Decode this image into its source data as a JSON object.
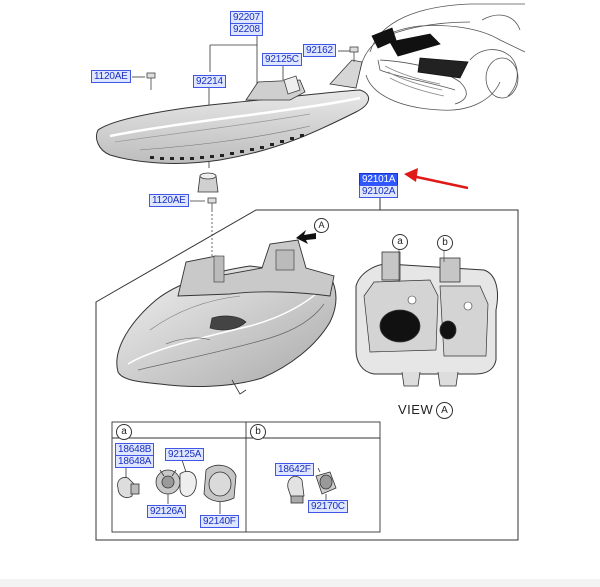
{
  "diagram": {
    "view_label": "VIEW",
    "view_ref": "A",
    "arrow_ref": "A",
    "section_a": "a",
    "section_b": "b",
    "callout_a": "a",
    "callout_b": "b"
  },
  "labels": {
    "p92207": "92207",
    "p92208": "92208",
    "p92162": "92162",
    "p92125C": "92125C",
    "p1120AE_top": "1120AE",
    "p92214": "92214",
    "p1120AE_mid": "1120AE",
    "p92101A": "92101A",
    "p92102A": "92102A",
    "p18648B": "18648B",
    "p18648A": "18648A",
    "p92125A": "92125A",
    "p92126A": "92126A",
    "p92140F": "92140F",
    "p18642F": "18642F",
    "p92170C": "92170C"
  },
  "colors": {
    "label_text": "#1a2fbf",
    "label_bg": "#dfe6ff",
    "label_selected_bg": "#2f57ff",
    "pointer_arrow": "#e01818"
  }
}
